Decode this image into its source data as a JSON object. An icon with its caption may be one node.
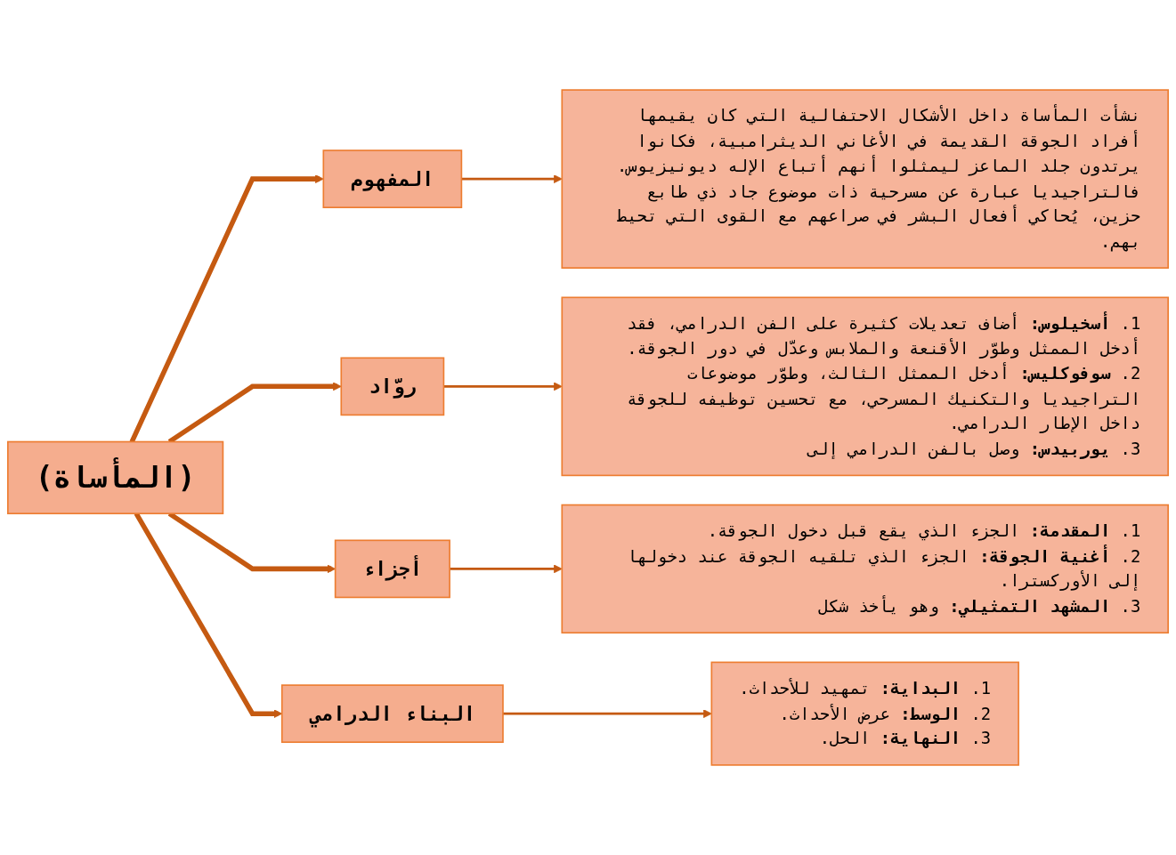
{
  "diagram": {
    "nodes": [
      {
        "text": [
          "(المأساة)"
        ]
      },
      {
        "text": [
          "المفهوم"
        ]
      },
      {
        "text": [
          "نشأت المأساة داخل الأشكال الاحتفالية التي كان يقيمها أفراد الجوقة القديمة في الأغاني الديثرامبية، فكانوا يرتدون جلد الماعز ليمثلوا أنهم أتباع الإله ديونيزيوس. فالتراجيديا عبارة عن مسرحية ذات موضوع جاد ذي طابع حزين، يُحاكي أفعال البشر في صراعهم مع القوى التي تحيط بهم."
        ]
      },
      {
        "text": [
          "روّاد"
        ]
      },
      {
        "text": [
          "1. **أسخيلوس:** أضاف تعديلات كثيرة على الفن الدرامي، فقد أدخل الممثل وطوّر الأقنعة والملابس وعدّل في دور الجوقة.",
          "2. **سوفوكليس:** أدخل الممثل الثالث، وطوّر موضوعات التراجيديا والتكنيك المسرحي، مع تحسين توظيفه للجوقة داخل الإطار الدرامي.",
          "3. **يوربيدس:** وصل بالفن الدرامي إلى"
        ]
      },
      {
        "text": [
          "أجزاء"
        ]
      },
      {
        "text": [
          "1. **المقدمة:** الجزء الذي يقع قبل دخول الجوقة.",
          "2. **أغنية الجوقة:** الجزء الذي تلقيه الجوقة عند دخولها إلى الأوركسترا.",
          "3. **المشهد التمثيلي:** وهو يأخذ شكل"
        ]
      },
      {
        "text": [
          "البناء الدرامي"
        ]
      },
      {
        "text": [
          "1. **البداية:** تمهيد للأحداث.",
          "2. **الوسط:** عرض الأحداث.",
          "3. **النهاية:** الحل."
        ]
      }
    ],
    "edges": [
      {
        "from": 0,
        "to": 1,
        "arrow": "to",
        "style": "thick"
      },
      {
        "from": 0,
        "to": 3,
        "arrow": "to",
        "style": "thick"
      },
      {
        "from": 0,
        "to": 5,
        "arrow": "to",
        "style": "thick"
      },
      {
        "from": 0,
        "to": 7,
        "arrow": "to",
        "style": "thick"
      },
      {
        "from": 1,
        "to": 2,
        "arrow": "to"
      },
      {
        "from": 3,
        "to": 4,
        "arrow": "to"
      },
      {
        "from": 5,
        "to": 6,
        "arrow": "to"
      },
      {
        "from": 7,
        "to": 8,
        "arrow": "to"
      }
    ]
  }
}
